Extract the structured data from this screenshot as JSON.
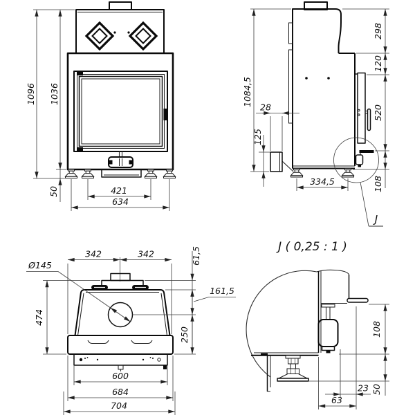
{
  "drawing": {
    "front_view": {
      "dims": {
        "overall_height": "1096",
        "body_height": "1036",
        "leg_height": "50",
        "inner_feet_spacing": "421",
        "outer_feet_spacing": "634"
      }
    },
    "side_view": {
      "dims": {
        "overall_height": "1084,5",
        "rear_duct_offset": "28",
        "rear_duct_height": "125",
        "feet_spacing": "334,5",
        "upper_section": "298",
        "frame_step": "120",
        "door_section": "520",
        "lower_section": "108"
      },
      "detail_marker": "J"
    },
    "top_view": {
      "dims": {
        "flue_diameter": "Ø145",
        "left_half_width": "342",
        "right_half_width": "342",
        "rear_offset": "61,5",
        "flue_center_offset": "161,5",
        "front_offset": "250",
        "depth": "474",
        "opening_width": "600",
        "frame_width": "684",
        "overall_width": "704"
      }
    },
    "detail_view": {
      "title": "J ( 0,25 : 1 )",
      "dims": {
        "damper_drop": "108",
        "leg_height": "50",
        "rod_offset": "23",
        "flange_offset": "63"
      }
    }
  }
}
